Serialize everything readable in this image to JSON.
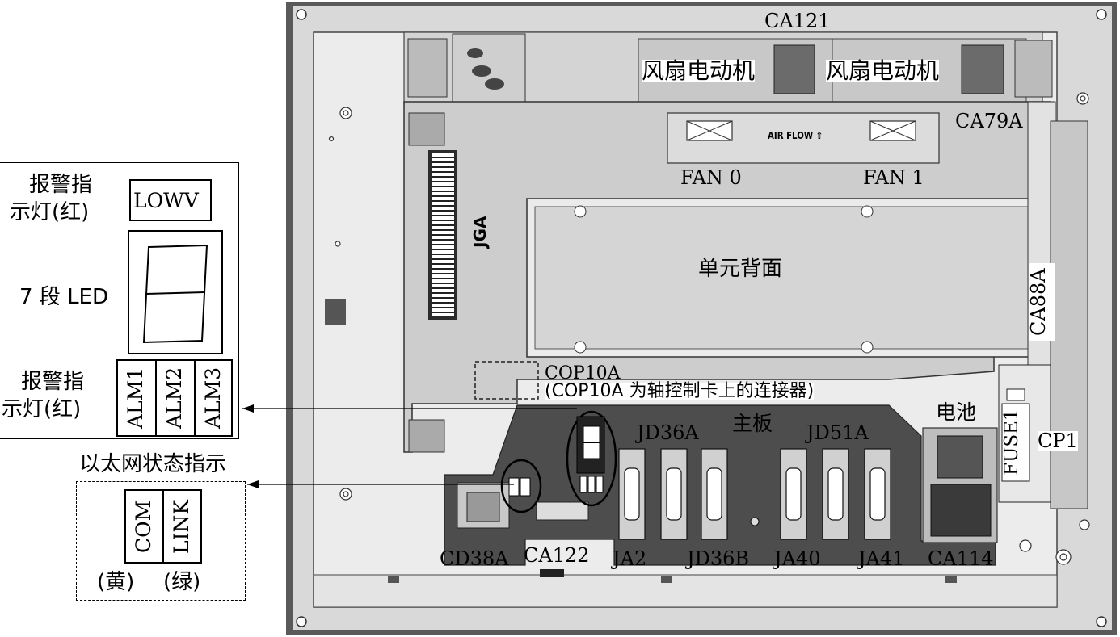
{
  "legend": {
    "alarm_top_line1": "报警指",
    "alarm_top_line2": "示灯(红)",
    "lowv": "LOWV",
    "seg_led": "7 段 LED",
    "alarm_bot_line1": "报警指",
    "alarm_bot_line2": "示灯(红)",
    "alm": [
      "ALM1",
      "ALM2",
      "ALM3"
    ],
    "ethernet_title": "以太网状态指示",
    "com": "COM",
    "link": "LINK",
    "yellow": "(黄)",
    "green": "(绿)"
  },
  "unit": {
    "ca121": "CA121",
    "fan_motor_1": "风扇电动机",
    "fan_motor_2": "风扇电动机",
    "ca79a": "CA79A",
    "air_flow": "AIR FLOW ⇧",
    "fan0": "FAN 0",
    "fan1": "FAN 1",
    "jga": "JGA",
    "unit_back": "单元背面",
    "ca88a": "CA88A",
    "cop10a": "COP10A",
    "cop10a_note": "(COP10A 为轴控制卡上的连接器)",
    "main_board": "主板",
    "battery": "电池",
    "fuse1": "FUSE1",
    "cp1": "CP1",
    "jd36a": "JD36A",
    "jd51a": "JD51A",
    "cd38a": "CD38A",
    "ca122": "CA122",
    "ja2": "JA2",
    "jd36b": "JD36B",
    "ja40": "JA40",
    "ja41": "JA41",
    "ca114": "CA114"
  }
}
